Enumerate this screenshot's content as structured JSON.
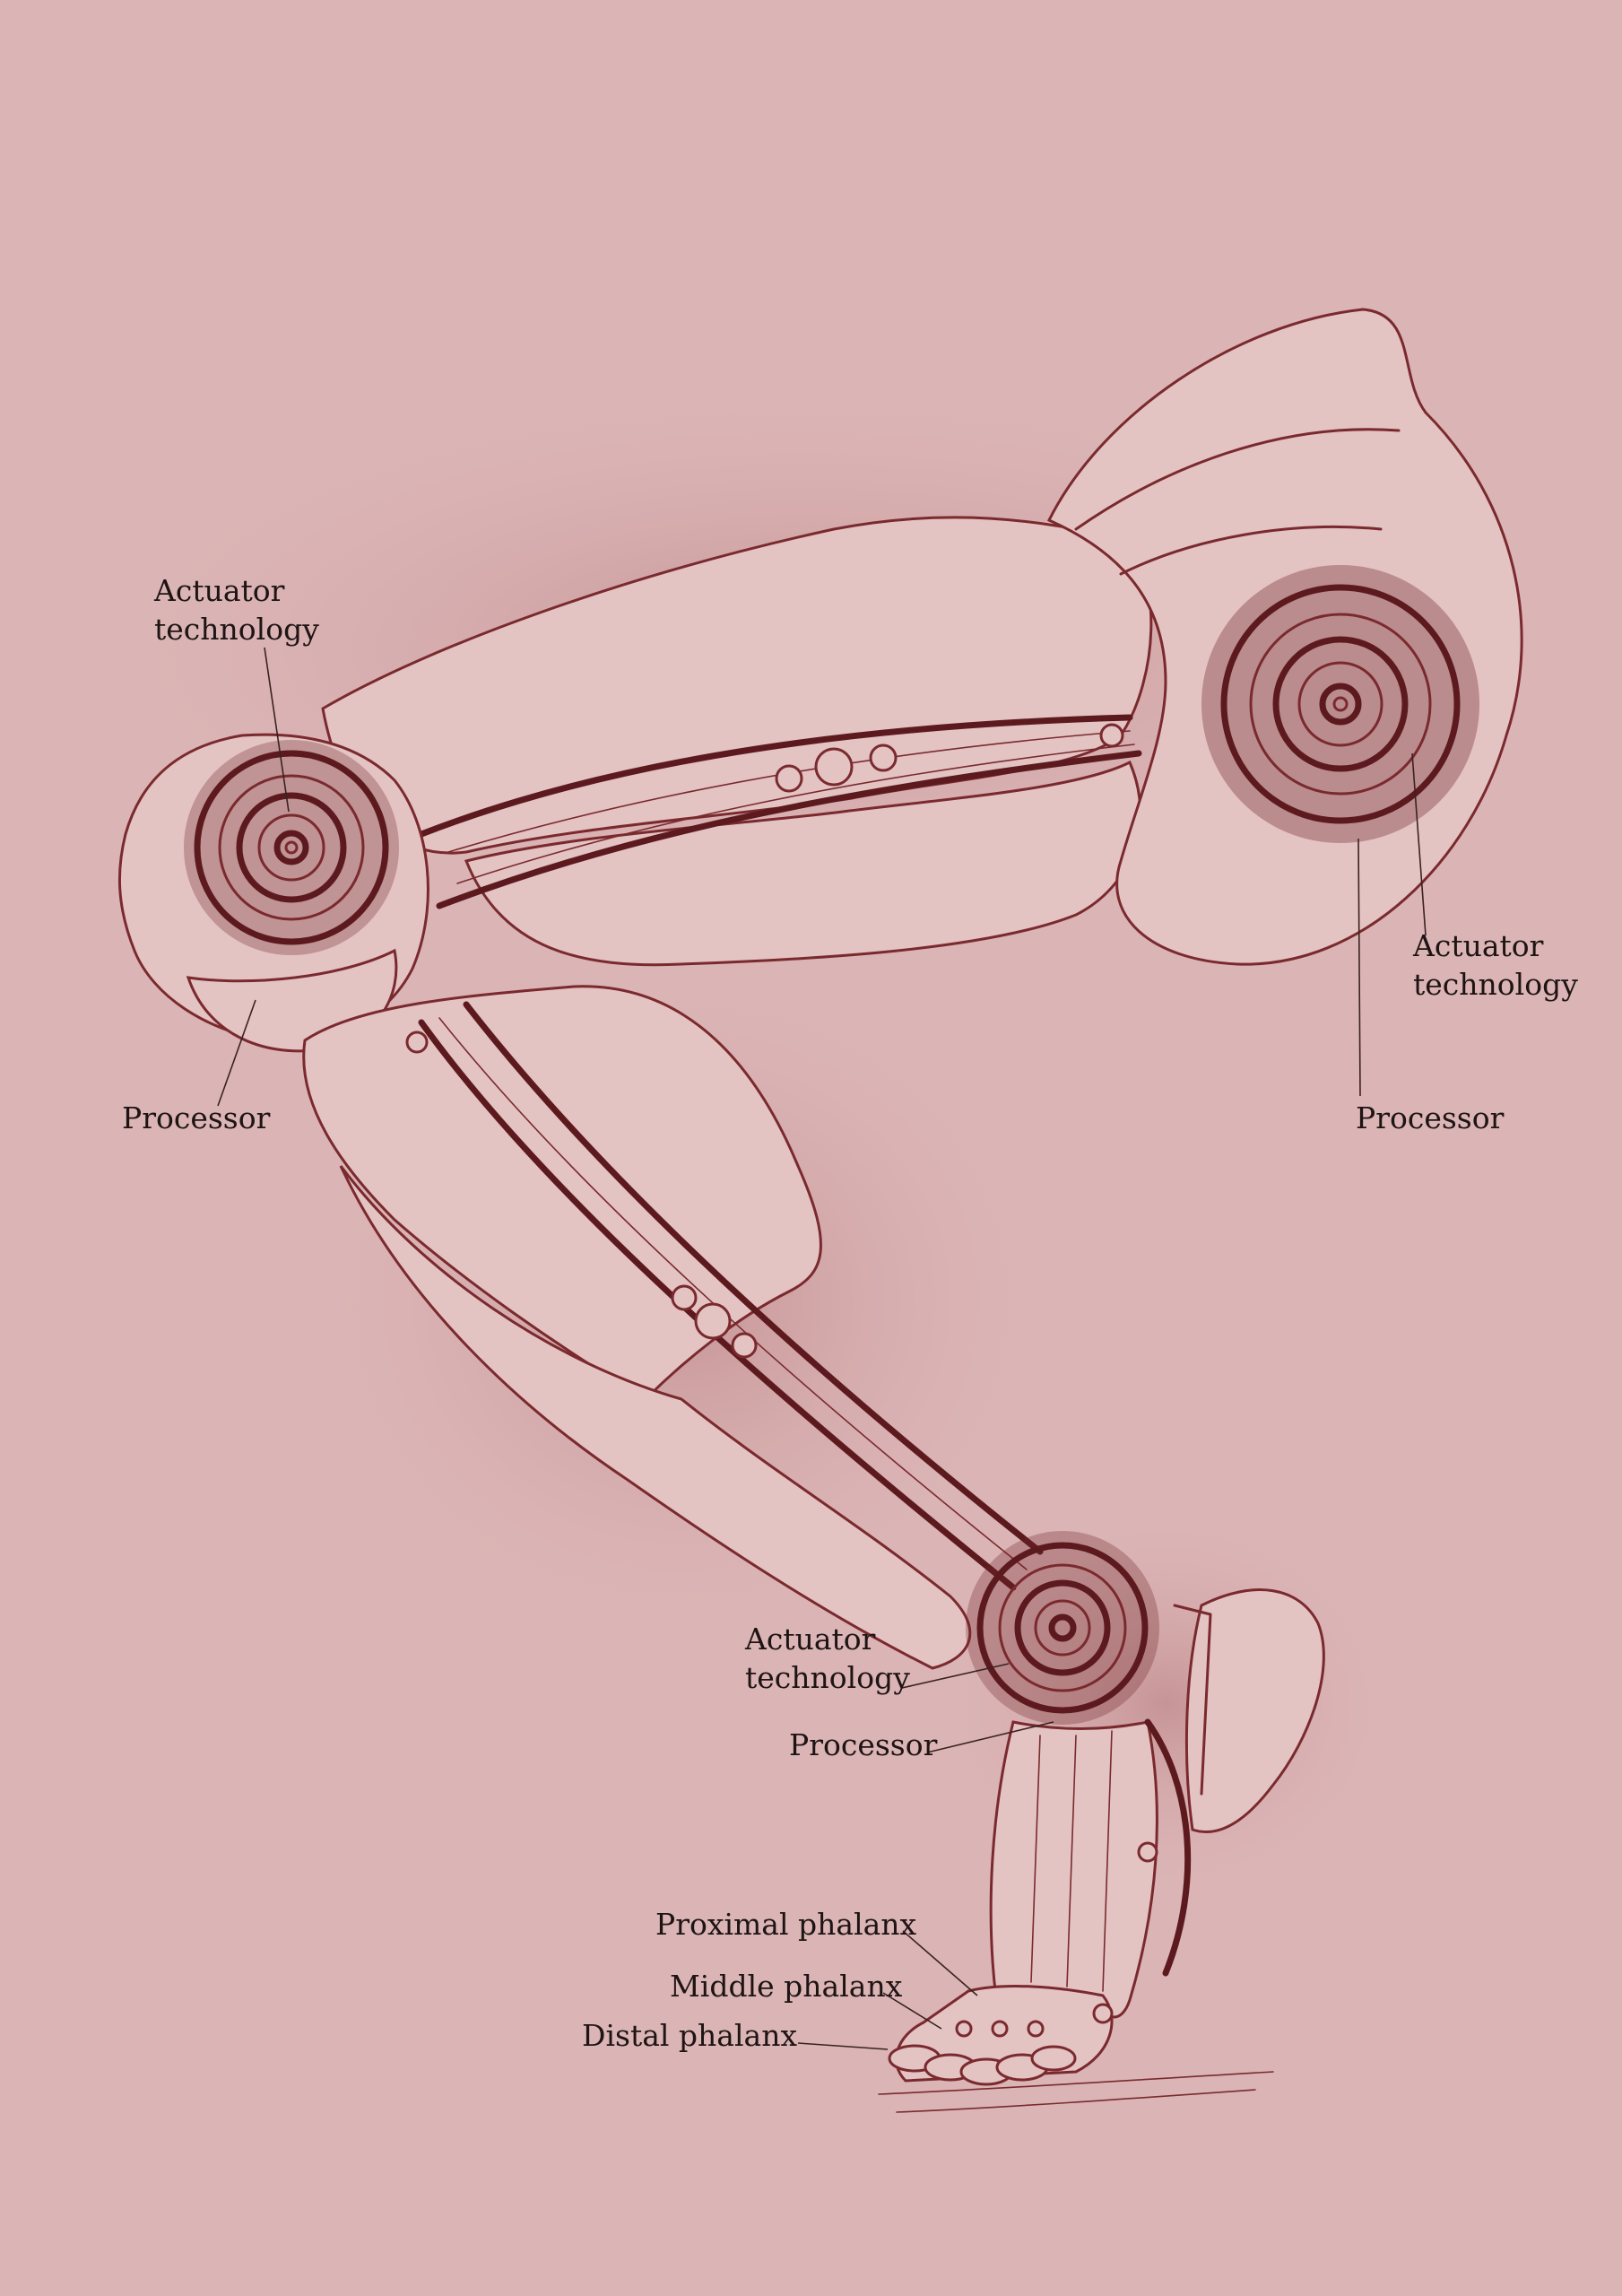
{
  "colors": {
    "paper": "#dbb4b5",
    "ink": "#7a2a2e",
    "ink_dark": "#5c1a1f",
    "label_text": "#1e1414"
  },
  "labels": {
    "knee_actuator": {
      "line1": "Actuator",
      "line2": "technology"
    },
    "knee_processor": "Processor",
    "hip_actuator": {
      "line1": "Actuator",
      "line2": "technology"
    },
    "hip_processor": "Processor",
    "ankle_actuator": {
      "line1": "Actuator",
      "line2": "technology"
    },
    "ankle_processor": "Processor",
    "proximal_phalanx": "Proximal phalanx",
    "middle_phalanx": "Middle phalanx",
    "distal_phalanx": "Distal phalanx"
  }
}
